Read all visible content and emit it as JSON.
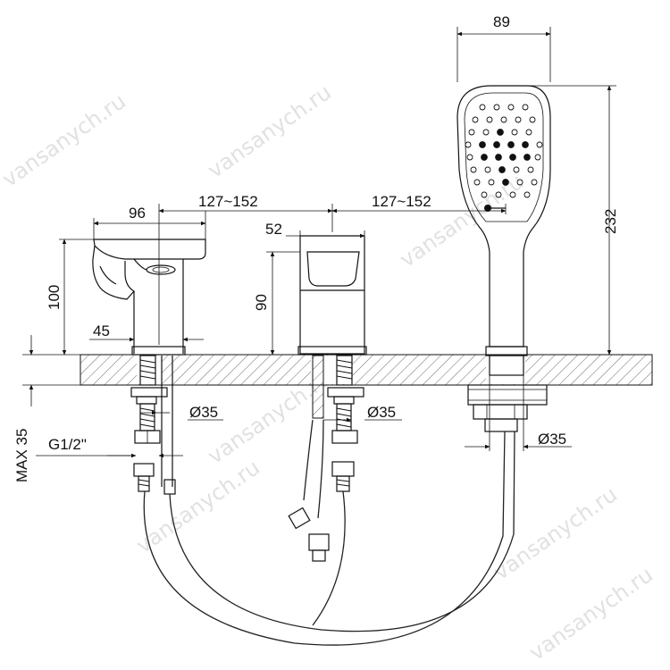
{
  "dimensions": {
    "shower_width": "89",
    "shower_height": "232",
    "spout_width": "96",
    "spout_height": "100",
    "spacing_left": "127~152",
    "spacing_right": "127~152",
    "valve_width": "52",
    "valve_height": "90",
    "spout_base": "45",
    "hole_left": "Ø35",
    "hole_middle": "Ø35",
    "hole_right": "Ø35",
    "thread": "G1/2\"",
    "max_thickness": "MAX 35"
  },
  "watermark": "vansanych.ru",
  "colors": {
    "line": "#111111",
    "watermark": "#c9c9c9",
    "background": "#ffffff"
  }
}
